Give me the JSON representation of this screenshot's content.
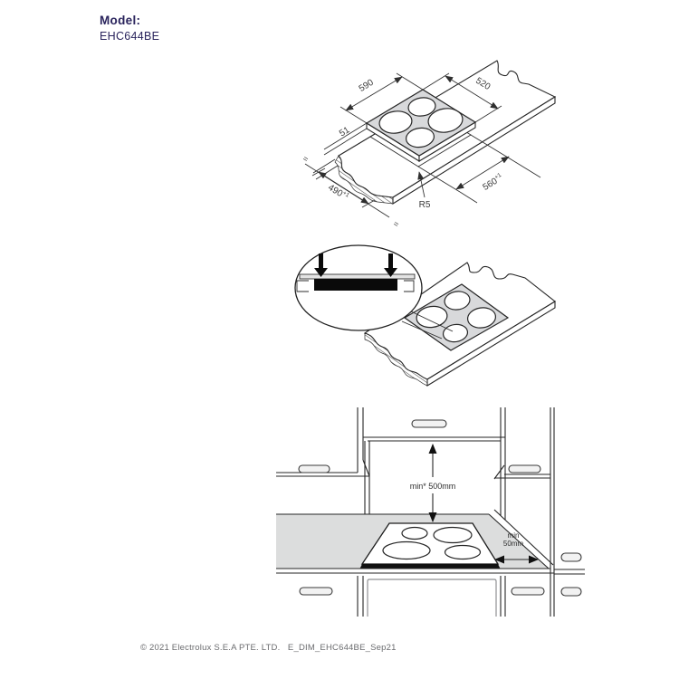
{
  "header": {
    "model_label": "Model:",
    "model_value": "EHC644BE"
  },
  "footer": {
    "text": "© 2021 Electrolux S.E.A PTE. LTD.   E_DIM_EHC644BE_Sep21"
  },
  "colors": {
    "brand_navy": "#29235c",
    "line_ink": "#262626",
    "hob_gray": "#d8d9db",
    "worktop_gray": "#dcdddd",
    "footer_gray": "#6b6c6f"
  },
  "figure1": {
    "title": "hob-and-worktop-cutout-dimensions",
    "labels": {
      "hob_width": "590",
      "hob_depth": "520",
      "hob_thickness": "51",
      "cutout_depth": "490",
      "cutout_depth_tol": "+1",
      "cutout_width": "560",
      "cutout_width_tol": "+1",
      "corner_radius": "R5",
      "equal_mark_left": "=",
      "equal_mark_right": "="
    }
  },
  "figure2": {
    "title": "foam-seal-installation-detail"
  },
  "figure3": {
    "title": "installation-clearances",
    "labels": {
      "top_clearance": "min* 500mm",
      "side_clearance_line1": "min",
      "side_clearance_line2": "50mm"
    }
  }
}
